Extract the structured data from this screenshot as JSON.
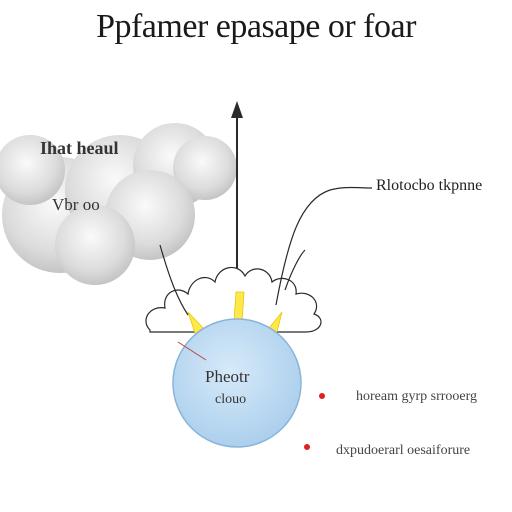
{
  "title": "Ppfamer epasape or foar",
  "cloud": {
    "label_top": "Ihat heaul",
    "label_mid": "Vbr oo"
  },
  "callout": {
    "label": "Rlotocbo tkpnne"
  },
  "sphere": {
    "label_line1": "Pheotr",
    "label_line2": "clouo"
  },
  "notes": [
    {
      "text": "hoream gyrp srrooerg"
    },
    {
      "text": "dxpudoerarl oesaiforure"
    }
  ],
  "colors": {
    "sphere_fill": "#b9d9f2",
    "sphere_stroke": "#8ab4d8",
    "ray_yellow": "#ffe84a",
    "bullet_red": "#e02020",
    "cloud_gray": "#cfcfcf",
    "line_dark": "#2a2a2a"
  }
}
